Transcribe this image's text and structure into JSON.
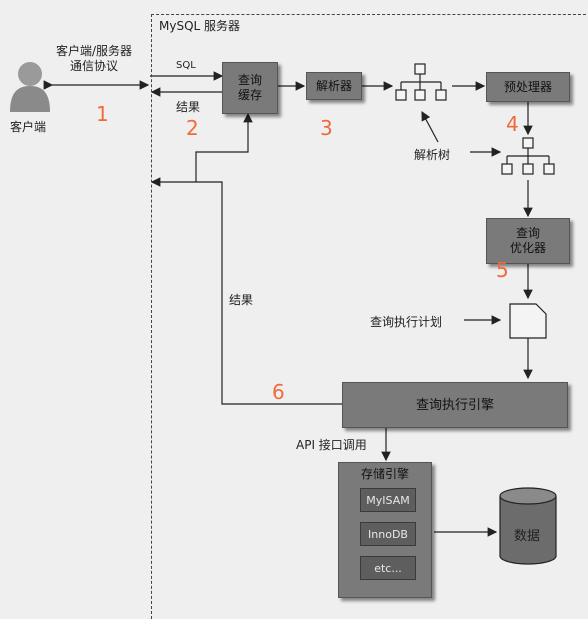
{
  "server": {
    "title": "MySQL 服务器"
  },
  "client": {
    "label": "客户端",
    "protocol_label": "客户端/服务器\n通信协议"
  },
  "arrows": {
    "sql": "SQL",
    "result_top": "结果",
    "result_left": "结果",
    "parse_tree": "解析树",
    "exec_plan": "查询执行计划",
    "api_call": "API 接口调用"
  },
  "boxes": {
    "query_cache": "查询\n缓存",
    "parser": "解析器",
    "preprocessor": "预处理器",
    "optimizer": "查询\n优化器",
    "exec_engine": "查询执行引擎",
    "storage_engine": "存储引擎",
    "myisam": "MyISAM",
    "innodb": "InnoDB",
    "etc": "etc...",
    "data": "数据"
  },
  "step_numbers": [
    "1",
    "2",
    "3",
    "4",
    "5",
    "6"
  ],
  "colors": {
    "step_number": "#f06a3a",
    "box_fill": "#7a7a7a"
  }
}
